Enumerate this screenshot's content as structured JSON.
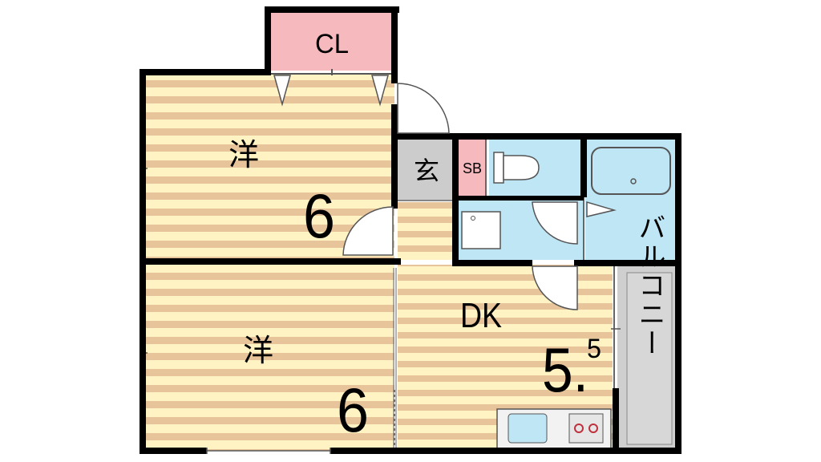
{
  "rooms": {
    "closet": {
      "label": "CL"
    },
    "western_room_top": {
      "label": "洋",
      "size": "6"
    },
    "western_room_bottom": {
      "label": "洋",
      "size": "6"
    },
    "entrance": {
      "label": "玄"
    },
    "shoe_box": {
      "label": "SB"
    },
    "dining_kitchen": {
      "label": "DK",
      "size_main": "5.",
      "size_fraction": "5"
    },
    "balcony": {
      "label": "バルコニー"
    }
  },
  "colors": {
    "wall": "#000000",
    "floor_wood_dark": "#e8c49a",
    "floor_wood_light": "#fff3c4",
    "closet_pink": "#f6b9be",
    "water_area_blue": "#bfe6f5",
    "entrance_grey": "#cccccc",
    "balcony_grey": "#cfcfcf"
  }
}
